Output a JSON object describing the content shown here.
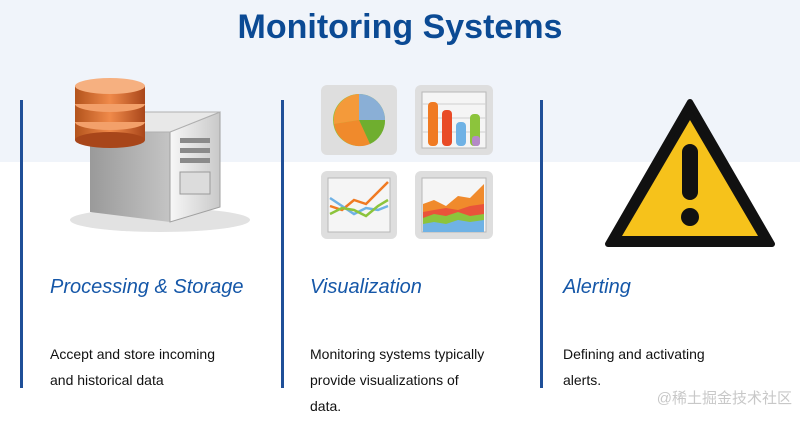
{
  "title": "Monitoring Systems",
  "columns": [
    {
      "title": "Processing & Storage",
      "desc_lines": [
        "Accept and store incoming",
        "and historical data"
      ]
    },
    {
      "title": "Visualization",
      "desc_lines": [
        "Monitoring systems typically",
        "provide visualizations of",
        "data."
      ]
    },
    {
      "title": "Alerting",
      "desc_lines": [
        "Defining and activating",
        "alerts."
      ]
    }
  ],
  "watermark": "@稀土掘金技术社区",
  "colors": {
    "title": "#0b4a94",
    "accent_line": "#1f4f98",
    "column_title": "#1557a8",
    "band": "#f0f4fa"
  },
  "icons": [
    "server-database-icon",
    "pie-chart-icon",
    "bar-chart-icon",
    "line-chart-icon",
    "area-chart-icon",
    "warning-triangle-icon"
  ]
}
